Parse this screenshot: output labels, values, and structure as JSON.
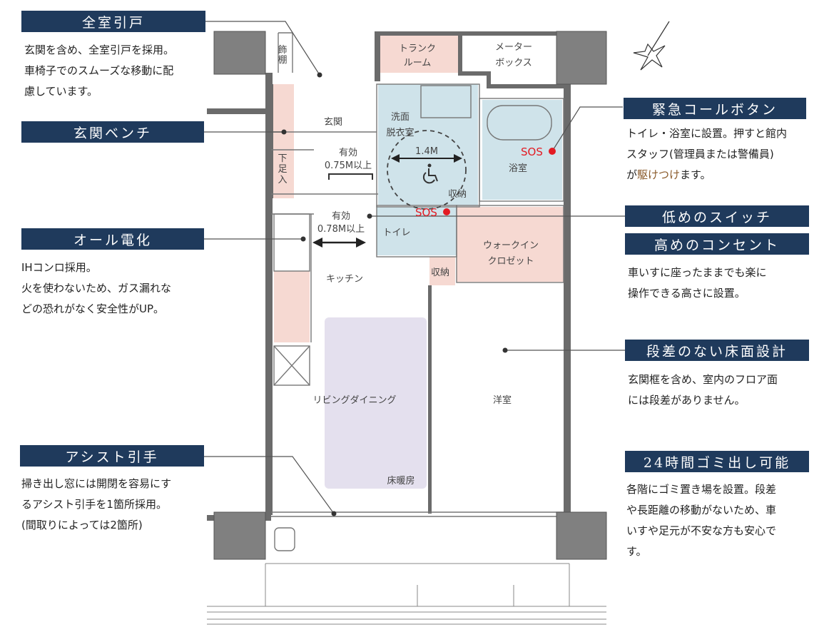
{
  "callouts": {
    "sliding_doors": {
      "title": "全室引戸",
      "text": "玄関を含め、全室引戸を採用。\n車椅子でのスムーズな移動に配\n慮しています。"
    },
    "entrance_bench": {
      "title": "玄関ベンチ"
    },
    "all_electric": {
      "title": "オール電化",
      "text": "IHコンロ採用。\n火を使わないため、ガス漏れな\nどの恐れがなく安全性がUP。"
    },
    "assist_handle": {
      "title": "アシスト引手",
      "text": "掃き出し窓には開閉を容易にす\nるアシスト引手を1箇所採用。\n(間取りによっては2箇所)"
    },
    "emergency_call": {
      "title": "緊急コールボタン",
      "text_before": "トイレ・浴室に設置。押すと館内\nスタッフ(管理員または警備員)\nが",
      "text_highlight": "駆けつけ",
      "text_after": "ます。"
    },
    "low_switch": {
      "title": "低めのスイッチ"
    },
    "high_outlet": {
      "title": "高めのコンセント",
      "text": "車いすに座ったままでも楽に\n操作できる高さに設置。"
    },
    "barrier_free": {
      "title": "段差のない床面設計",
      "text": "玄関框を含め、室内のフロア面\nには段差がありません。"
    },
    "garbage_24h": {
      "title": "24時間ゴミ出し可能",
      "text": "各階にゴミ置き場を設置。段差\nや長距離の移動がないため、車\nいすや足元が不安な方も安心で\nす。"
    }
  },
  "rooms": {
    "trunk_room": [
      "トランク",
      "ルーム"
    ],
    "meter_box": [
      "メーター",
      "ボックス"
    ],
    "shelf": [
      "飾",
      "棚"
    ],
    "entrance": "玄関",
    "washroom": [
      "洗面",
      "脱衣室"
    ],
    "bath": "浴室",
    "storage_a": "収納",
    "storage_b": "収納",
    "shoe_box": [
      "下",
      "足",
      "入"
    ],
    "toilet": "トイレ",
    "walk_in": [
      "ウォークイン",
      "クロゼット"
    ],
    "kitchen": "キッチン",
    "living": "リビングダイニング",
    "western_room": "洋室",
    "floor_heating": "床暖房"
  },
  "dimensions": {
    "turn_circle": "1.4M",
    "door_width_1": [
      "有効",
      "0.75M以上"
    ],
    "door_width_2": [
      "有効",
      "0.78M以上"
    ]
  },
  "sos_label": "SOS",
  "colors": {
    "label_bg": "#1f3a5c",
    "sos": "#e31b23",
    "bath_blue": "#cfe3ea",
    "storage_pink": "#f6d9d2",
    "floor_heat": "#e4e0ee",
    "highlight": "#8a5a2a"
  }
}
